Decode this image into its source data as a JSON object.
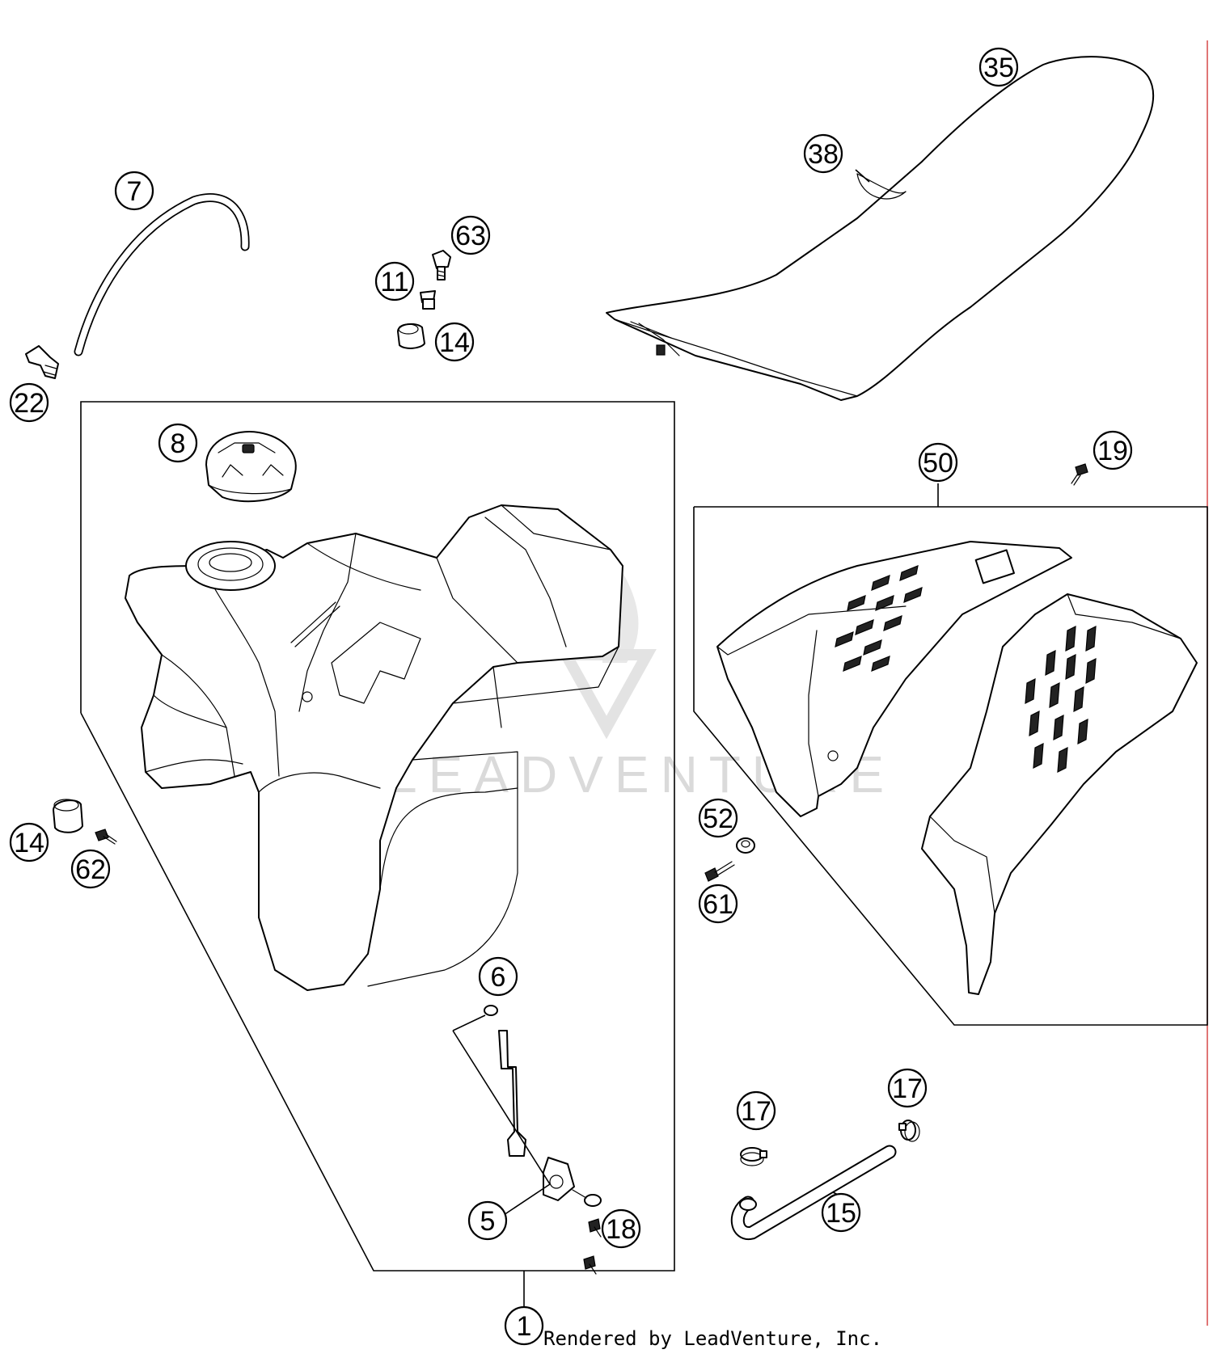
{
  "diagram": {
    "callouts": [
      {
        "id": "c1",
        "label": "1"
      },
      {
        "id": "c5",
        "label": "5"
      },
      {
        "id": "c6",
        "label": "6"
      },
      {
        "id": "c7",
        "label": "7"
      },
      {
        "id": "c8",
        "label": "8"
      },
      {
        "id": "c11",
        "label": "11"
      },
      {
        "id": "c14a",
        "label": "14"
      },
      {
        "id": "c14b",
        "label": "14"
      },
      {
        "id": "c15",
        "label": "15"
      },
      {
        "id": "c17a",
        "label": "17"
      },
      {
        "id": "c17b",
        "label": "17"
      },
      {
        "id": "c18",
        "label": "18"
      },
      {
        "id": "c19",
        "label": "19"
      },
      {
        "id": "c22",
        "label": "22"
      },
      {
        "id": "c35",
        "label": "35"
      },
      {
        "id": "c38",
        "label": "38"
      },
      {
        "id": "c50",
        "label": "50"
      },
      {
        "id": "c52",
        "label": "52"
      },
      {
        "id": "c61",
        "label": "61"
      },
      {
        "id": "c62",
        "label": "62"
      },
      {
        "id": "c63",
        "label": "63"
      }
    ],
    "watermark": "LEADVENTURE"
  },
  "footer": {
    "credit": "Rendered by LeadVenture, Inc."
  }
}
